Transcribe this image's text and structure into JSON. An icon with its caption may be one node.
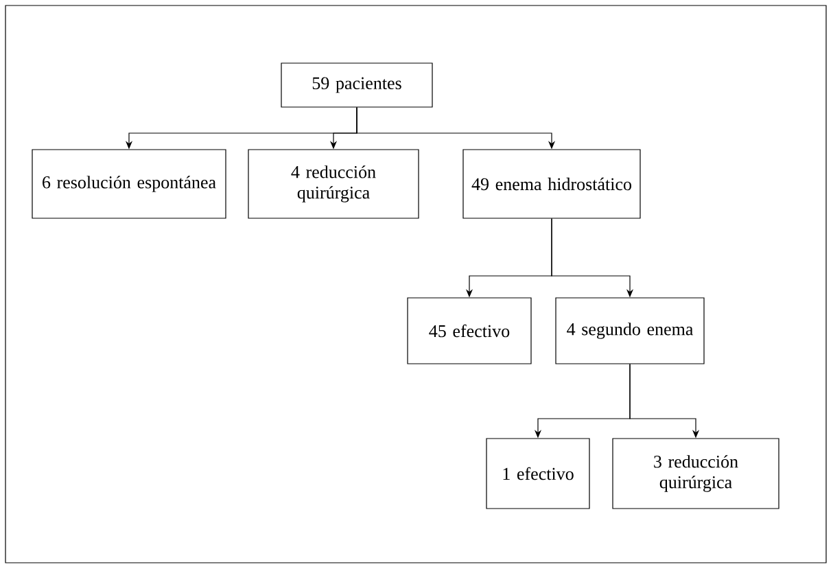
{
  "diagram": {
    "nodes": [
      {
        "text": [
          "59 pacientes"
        ]
      },
      {
        "text": [
          "6 resolución espontánea"
        ]
      },
      {
        "text": [
          "4 reducción quirúrgica"
        ]
      },
      {
        "text": [
          "49 enema hidrostático"
        ]
      },
      {
        "text": [
          "45 efectivo"
        ]
      },
      {
        "text": [
          "4 segundo enema"
        ]
      },
      {
        "text": [
          "1 efectivo"
        ]
      },
      {
        "text": [
          "3 reducción quirúrgica"
        ]
      }
    ],
    "edges": [
      {
        "from": 0,
        "to": 1,
        "arrow": "to"
      },
      {
        "from": 0,
        "to": 2,
        "arrow": "to"
      },
      {
        "from": 0,
        "to": 3,
        "arrow": "to"
      },
      {
        "from": 3,
        "to": 4,
        "arrow": "to"
      },
      {
        "from": 3,
        "to": 5,
        "arrow": "to"
      },
      {
        "from": 5,
        "to": 6,
        "arrow": "to"
      },
      {
        "from": 5,
        "to": 7,
        "arrow": "to"
      }
    ]
  }
}
